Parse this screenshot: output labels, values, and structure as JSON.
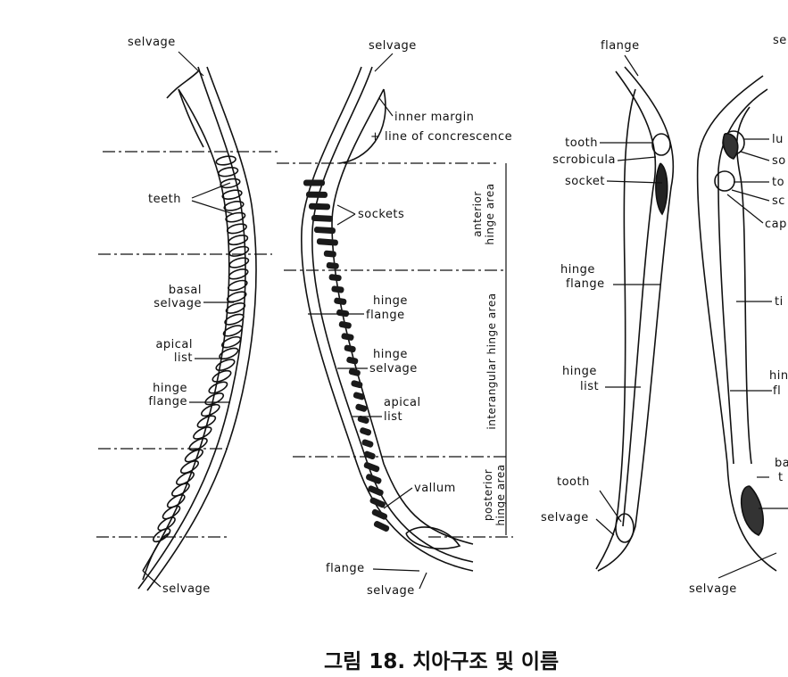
{
  "figure": {
    "caption": "그림 18. 치아구조 및 이름",
    "panel_a": {
      "labels": {
        "selvage_top": "selvage",
        "teeth": "teeth",
        "basal_selvage_1": "basal",
        "basal_selvage_2": "selvage",
        "apical_list_1": "apical",
        "apical_list_2": "list",
        "hinge_flange_1": "hinge",
        "hinge_flange_2": "flange",
        "selvage_bottom": "selvage"
      }
    },
    "panel_b": {
      "labels": {
        "selvage_top": "selvage",
        "inner_margin_1": "inner margin",
        "inner_margin_2": "+ line of concrescence",
        "sockets": "sockets",
        "hinge_flange_1": "hinge",
        "hinge_flange_2": "flange",
        "hinge_selvage_1": "hinge",
        "hinge_selvage_2": "selvage",
        "apical_list_1": "apical",
        "apical_list_2": "list",
        "vallum": "vallum",
        "flange": "flange",
        "selvage_bottom": "selvage"
      },
      "areas": {
        "anterior_1": "anterior",
        "anterior_2": "hinge area",
        "interangular": "interangular hinge area",
        "posterior_1": "posterior",
        "posterior_2": "hinge area"
      }
    },
    "panel_c": {
      "labels": {
        "flange": "flange",
        "tooth_top": "tooth",
        "scrobicula": "scrobicula",
        "socket": "socket",
        "hinge_flange_1": "hinge",
        "hinge_flange_2": "flange",
        "hinge_list_1": "hinge",
        "hinge_list_2": "list",
        "tooth_bottom": "tooth",
        "selvage": "selvage"
      }
    },
    "panel_d": {
      "labels": {
        "se": "se",
        "lu": "lu",
        "so": "so",
        "to": "to",
        "sc": "sc",
        "cap": "cap",
        "ti": "ti",
        "hin": "hin",
        "fl": "fl",
        "ba": "ba",
        "t": "t",
        "selvage": "selvage"
      }
    }
  }
}
